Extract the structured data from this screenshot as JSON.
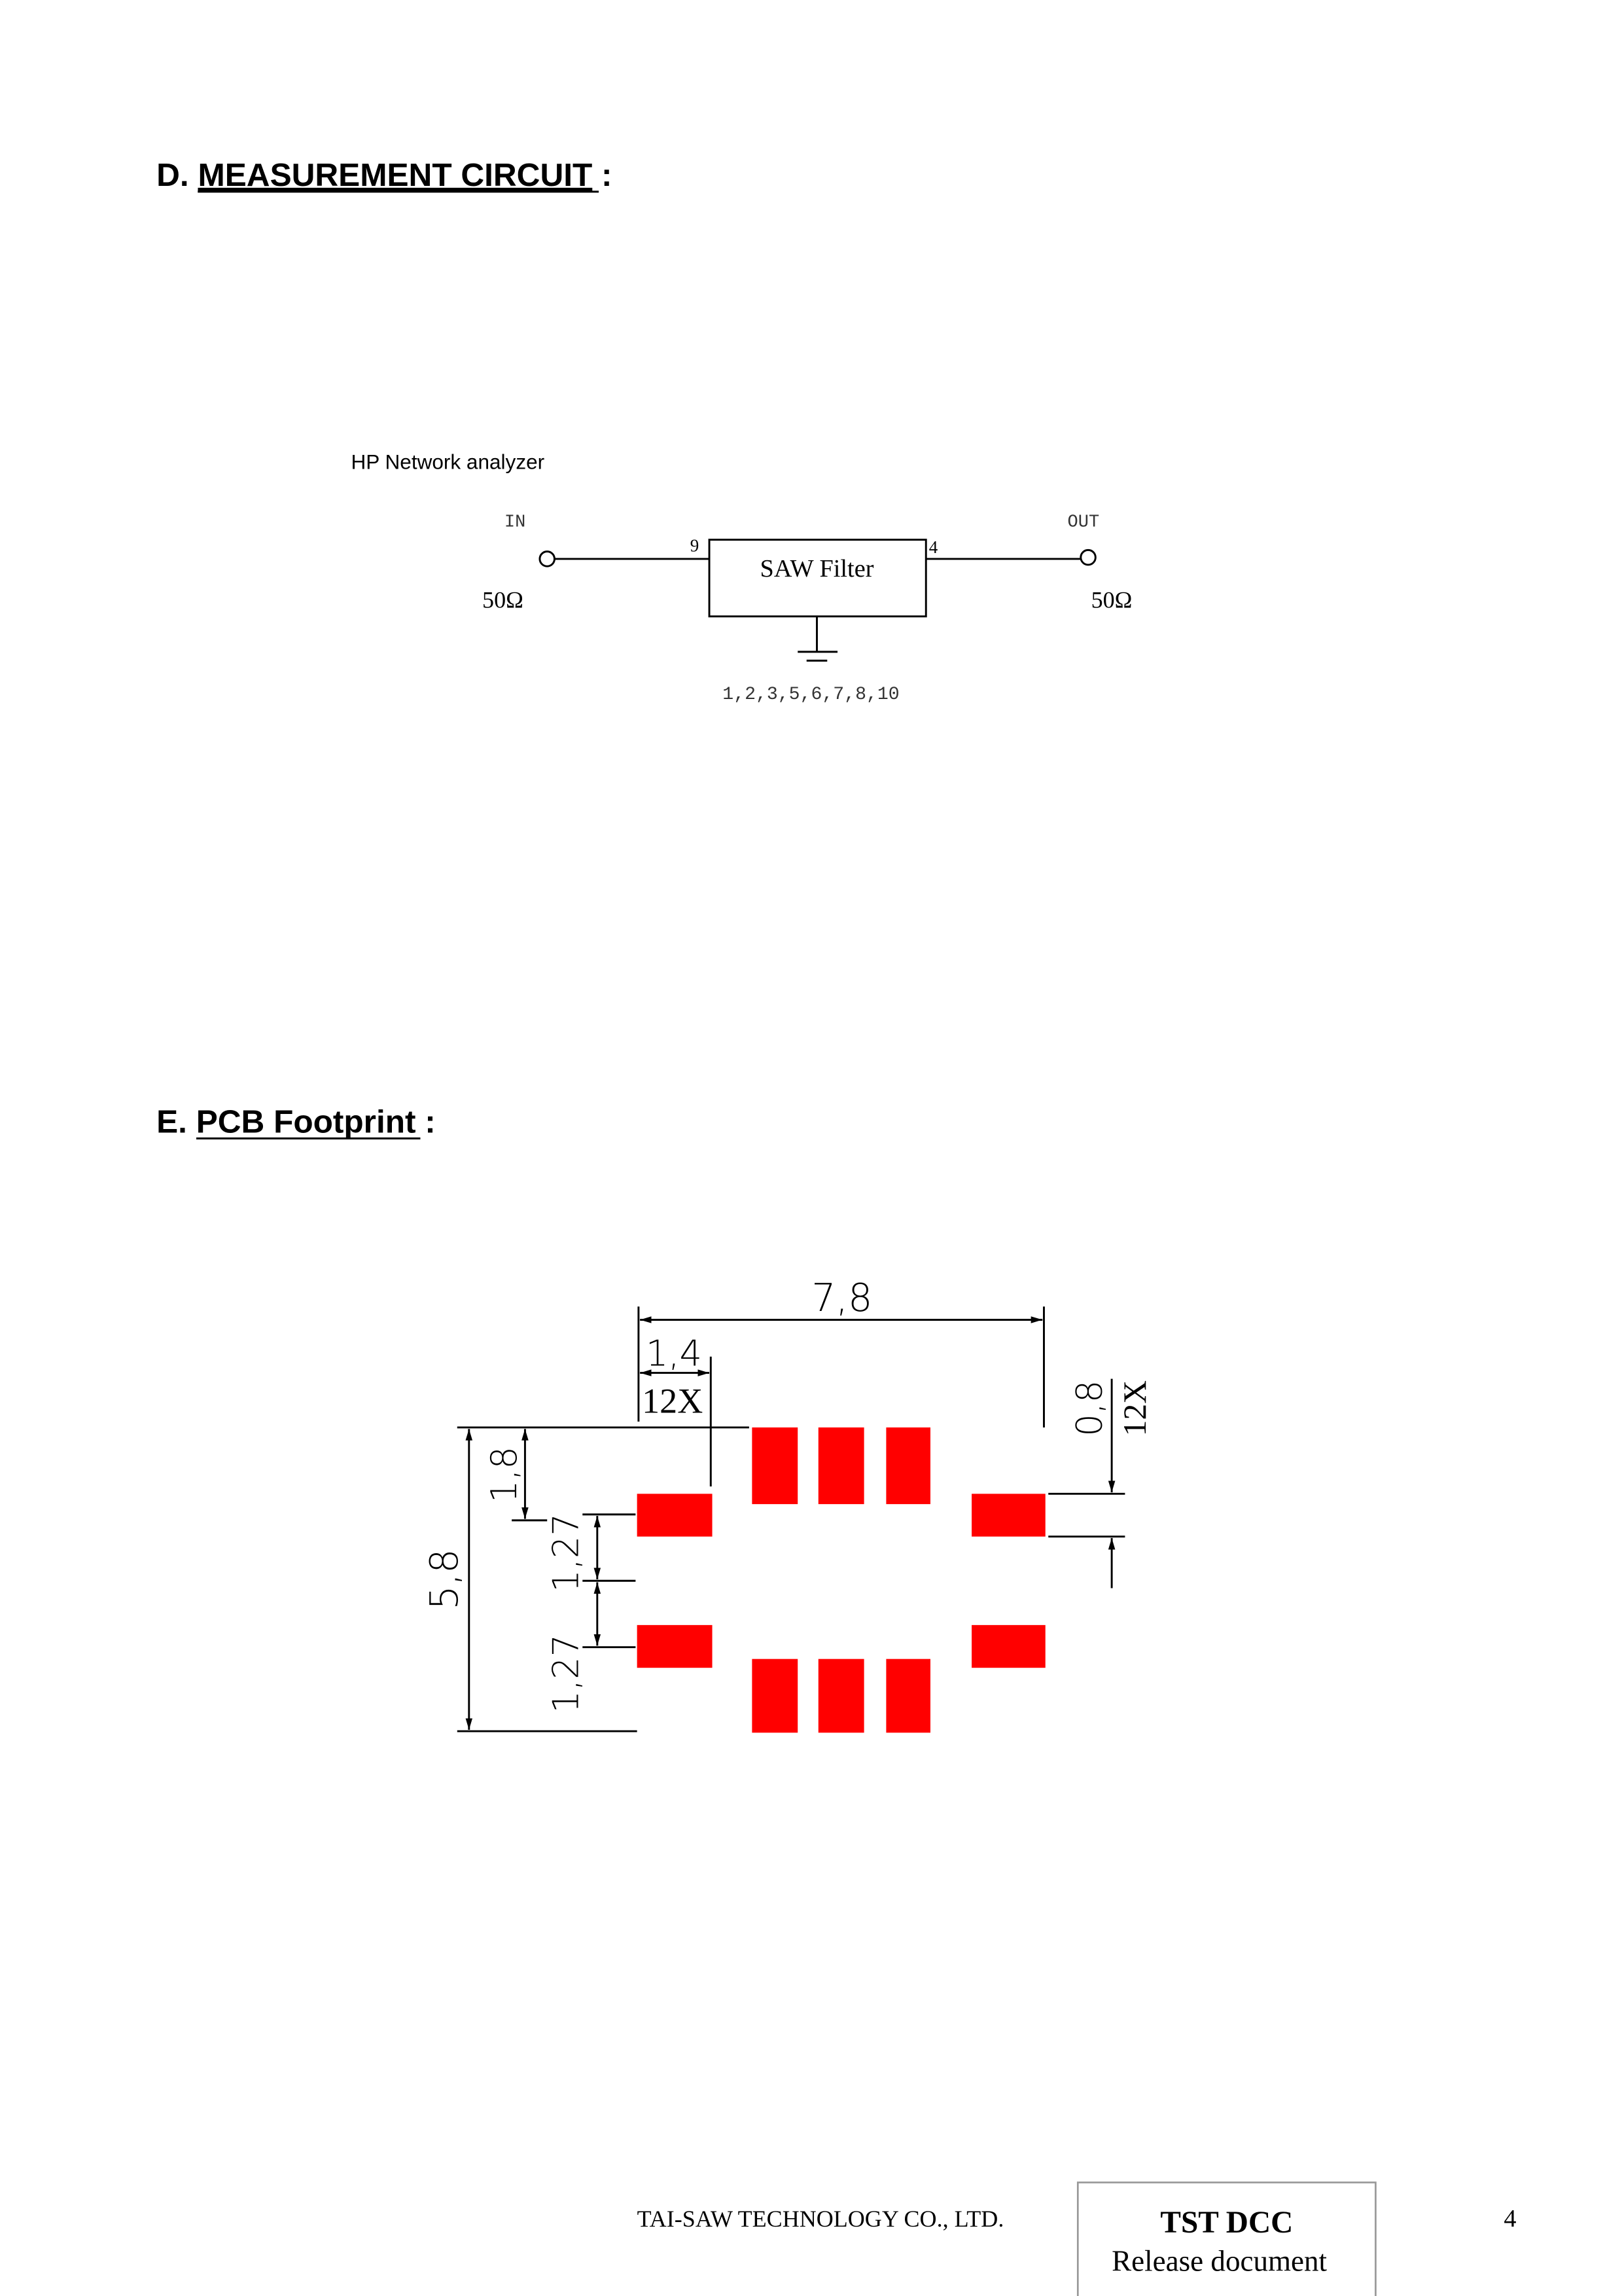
{
  "section_d": {
    "prefix": "D. ",
    "title": "MEASUREMENT CIRCUIT",
    "suffix": " :"
  },
  "circuit": {
    "analyzer_label": "HP Network analyzer",
    "in_label": "IN",
    "out_label": "OUT",
    "in_impedance": "50Ω",
    "out_impedance": "50Ω",
    "device_label": "SAW Filter",
    "input_pin": "9",
    "output_pin": "4",
    "ground_pins": "1,2,3,5,6,7,8,10"
  },
  "section_e": {
    "prefix": "E. ",
    "title": "PCB Footprint",
    "suffix": " :"
  },
  "footprint": {
    "pad_color": "#ff0000",
    "overall_width": "7,8",
    "pad_length": "1,4",
    "pad_length_count": "12X",
    "pad_width": "0,8",
    "pad_width_count": "12X",
    "overall_height": "5,8",
    "top_offset": "1,8",
    "pitch_1": "1,27",
    "pitch_2": "1,27"
  },
  "footer": {
    "company": "TAI-SAW TECHNOLOGY CO., LTD.",
    "stamp_title": "TST DCC",
    "stamp_subtitle": "Release document",
    "page_number": "4"
  }
}
